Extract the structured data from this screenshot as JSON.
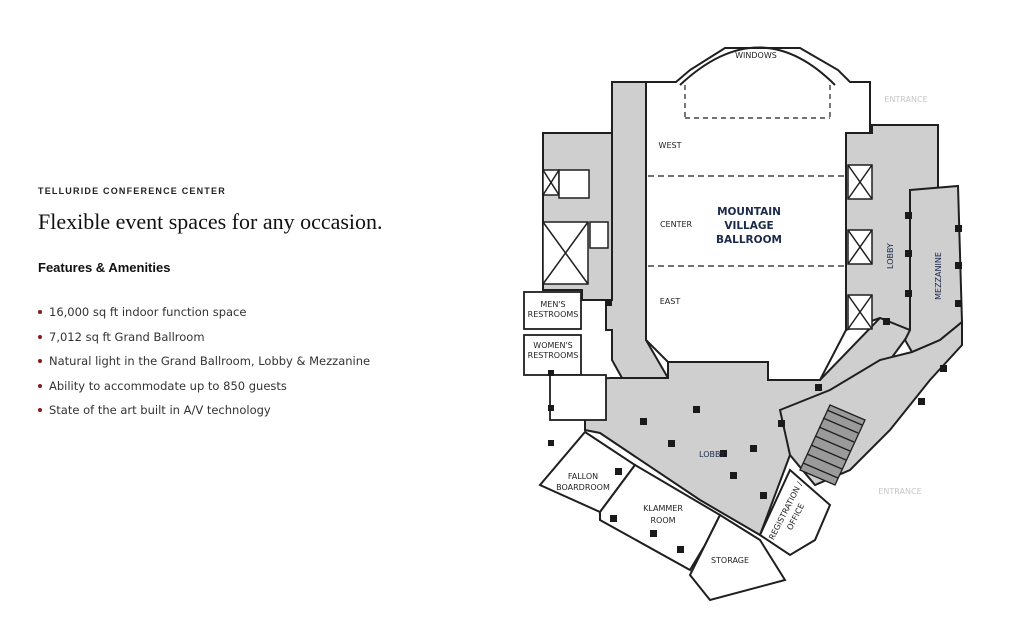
{
  "eyebrow": "TELLURIDE CONFERENCE CENTER",
  "headline": "Flexible event spaces for any occasion.",
  "features": {
    "heading": "Features & Amenities",
    "items": [
      "16,000 sq ft indoor function space",
      "7,012 sq ft Grand Ballroom",
      "Natural light in the Grand Ballroom, Lobby & Mezzanine",
      "Ability to accommodate up to 850 guests",
      "State of the art built in A/V technology"
    ]
  },
  "floorplan": {
    "labels": {
      "windows": "WINDOWS",
      "entrance_top": "ENTRANCE",
      "entrance_bottom": "ENTRANCE",
      "west": "WEST",
      "center": "CENTER",
      "east": "EAST",
      "ballroom_line1": "MOUNTAIN",
      "ballroom_line2": "VILLAGE",
      "ballroom_line3": "BALLROOM",
      "lobby_vertical": "LOBBY",
      "mezzanine": "MEZZANINE",
      "mens_line1": "MEN'S",
      "mens_line2": "RESTROOMS",
      "womens_line1": "WOMEN'S",
      "womens_line2": "RESTROOMS",
      "lobby_main": "LOBBY",
      "fallon_line1": "FALLON",
      "fallon_line2": "BOARDROOM",
      "klammer_line1": "KLAMMER",
      "klammer_line2": "ROOM",
      "storage": "STORAGE",
      "registration_line1": "REGISTRATION /",
      "registration_line2": "OFFICE"
    },
    "colors": {
      "corridor": "#cfcfcf",
      "wall": "#1f1f1f",
      "room": "#ffffff",
      "accent": "#8b1a1a"
    }
  }
}
